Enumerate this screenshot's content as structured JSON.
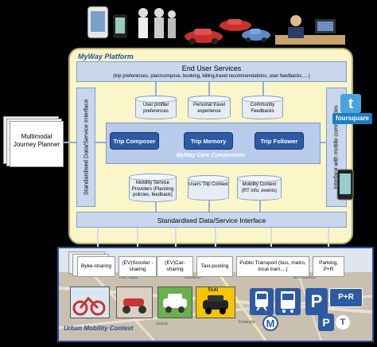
{
  "platform": {
    "title": "MyWay Platform"
  },
  "end_user_services": {
    "title": "End User Services",
    "subtitle": "(trip preferences, plan/compose, booking, billing,travel recommendations, user feedbacks, ...)"
  },
  "left_interface": "Standardised Data/Service Interface",
  "right_interface": "Interface with mobile communities",
  "external": {
    "planner": "Multimodal Journey Planner",
    "foursquare": "foursquare"
  },
  "stores_top": [
    "User profile/ preferences",
    "Personal travel experience",
    "Community Feedbacks"
  ],
  "core": {
    "label": "MyWay Core Components",
    "components": [
      "Trip Composer",
      "Trip Memory",
      "Trip Follower"
    ]
  },
  "stores_bottom": [
    "Mobility Service Providers (Planning policies, feedback)",
    "Users Trip Context",
    "Mobility Context (RT info, events)"
  ],
  "bottom_interface": "Standardised Data/Service Interface",
  "urban": {
    "label": "Urban Mobility Context",
    "modes": [
      "Byke-sharing",
      "(EV)Scooter -sharing",
      "(EV)Car-sharing",
      "Taxi-pooling",
      "Public Transport (bus, metro, local train,...)",
      "Parking, P+R"
    ],
    "streets": [
      "Parc Güell",
      "Guinardó",
      "Gràcia",
      "del Poblenou",
      "Eixample"
    ],
    "icon_labels": {
      "metro": "M",
      "parking": "P",
      "park_ride": "P+R",
      "taxi": "TAXI",
      "bus_stop": "T"
    }
  },
  "colors": {
    "accent": "#2d5aa3",
    "platform_bg": "#fbf6c9",
    "interface_bg": "#c8d7ee",
    "frame": "#2350a0"
  }
}
